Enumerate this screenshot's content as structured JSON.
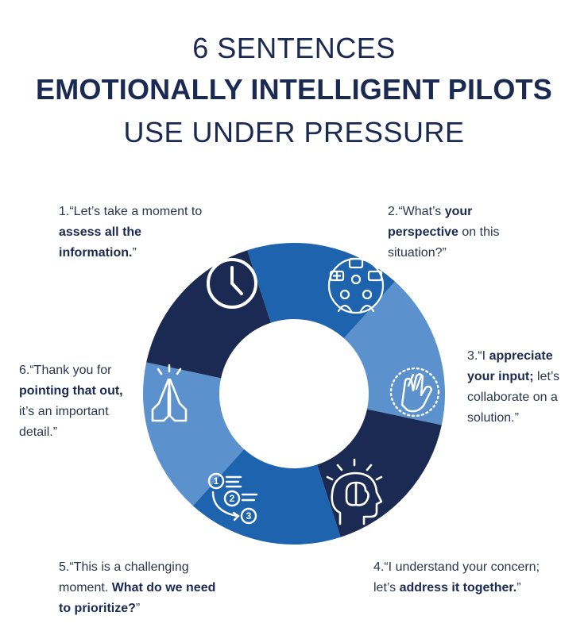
{
  "title": {
    "line1": "6 SENTENCES",
    "line2": "EMOTIONALLY INTELLIGENT PILOTS",
    "line3": "USE UNDER PRESSURE"
  },
  "colors": {
    "navy": "#1b2a52",
    "mid_blue": "#1e63ad",
    "light_blue": "#5b91cc"
  },
  "segments": [
    {
      "id": 1,
      "color": "#1b2a52",
      "icon": "clock-icon"
    },
    {
      "id": 2,
      "color": "#1e63ad",
      "icon": "team-discussion-icon"
    },
    {
      "id": 3,
      "color": "#5b91cc",
      "icon": "clapping-hands-icon"
    },
    {
      "id": 4,
      "color": "#1b2a52",
      "icon": "head-brain-icon"
    },
    {
      "id": 5,
      "color": "#1e63ad",
      "icon": "numbered-priorities-icon"
    },
    {
      "id": 6,
      "color": "#5b91cc",
      "icon": "praying-hands-icon"
    }
  ],
  "callouts": {
    "c1": {
      "p1": "1.“Let’s take a moment to ",
      "b1": "assess all the information.",
      "p2": "”"
    },
    "c2": {
      "p1": "2.“What’s ",
      "b1": "your perspective",
      "p2": " on this situation?”"
    },
    "c3": {
      "p1": "3.“I ",
      "b1": "appreciate your input;",
      "p2": " let’s collaborate on a solution.”"
    },
    "c4": {
      "p1": "4.“I understand your concern; let’s ",
      "b1": "address it together.",
      "p2": "”"
    },
    "c5": {
      "p1": "5.“This is a challenging moment. ",
      "b1": "What do we need to prioritize?",
      "p2": "”"
    },
    "c6": {
      "p1": "6.“Thank you for ",
      "b1": "pointing that out,",
      "p2": " it’s an important detail.”"
    }
  },
  "priority_numbers": [
    "1",
    "2",
    "3"
  ]
}
